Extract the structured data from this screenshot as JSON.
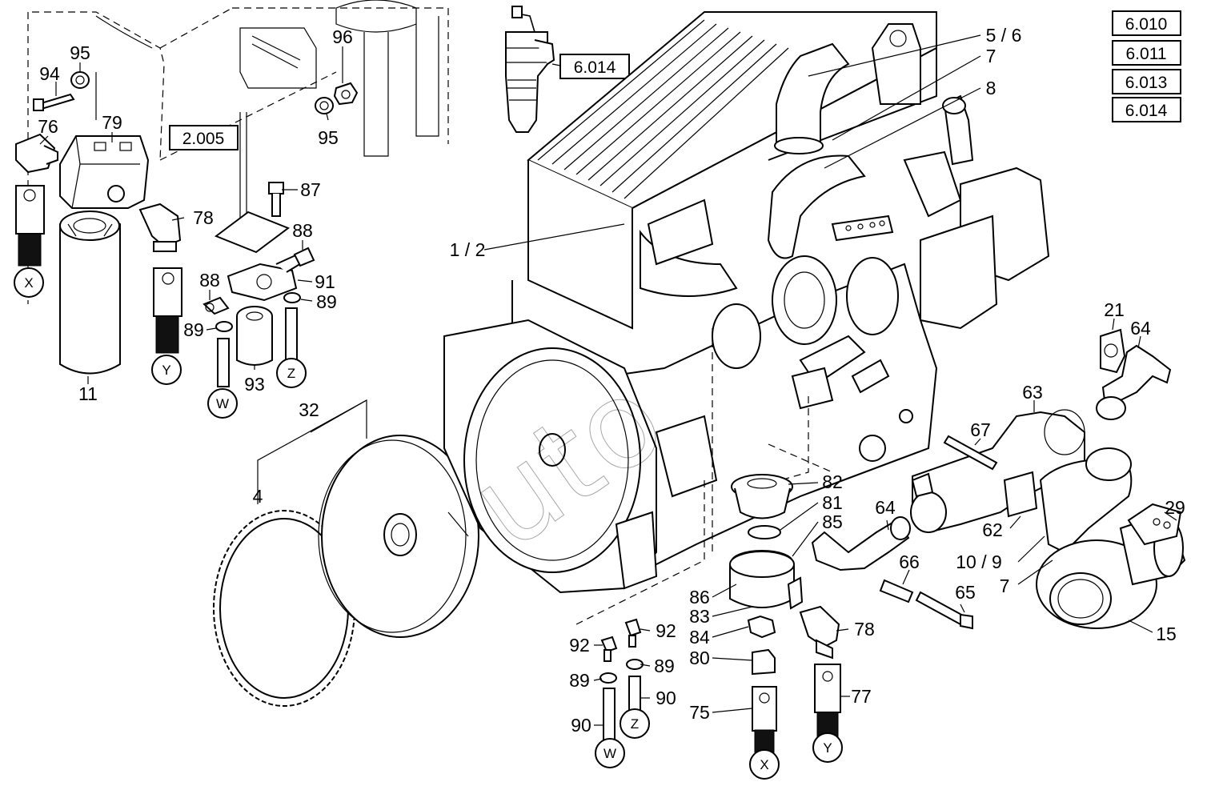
{
  "reference_boxes": {
    "top_right": [
      "6.010",
      "6.011",
      "6.013",
      "6.014"
    ],
    "injector_ref": "6.014",
    "filter_ref": "2.005"
  },
  "part_labels": {
    "p94": "94",
    "p95a": "95",
    "p95b": "95",
    "p96": "96",
    "p76": "76",
    "p79": "79",
    "p78a": "78",
    "p78b": "78",
    "p11": "11",
    "p87": "87",
    "p88a": "88",
    "p88b": "88",
    "p91": "91",
    "p89a": "89",
    "p89b": "89",
    "p89c": "89",
    "p89d": "89",
    "p93": "93",
    "p32": "32",
    "p4": "4",
    "p5_6": "5 / 6",
    "p7a": "7",
    "p7b": "7",
    "p8": "8",
    "p1_2": "1 / 2",
    "p21": "21",
    "p64a": "64",
    "p64b": "64",
    "p63": "63",
    "p67": "67",
    "p62": "62",
    "p10_9": "10 / 9",
    "p29": "29",
    "p15": "15",
    "p82": "82",
    "p81": "81",
    "p85": "85",
    "p86": "86",
    "p83": "83",
    "p84": "84",
    "p80": "80",
    "p75": "75",
    "p77": "77",
    "p66": "66",
    "p65": "65",
    "p92a": "92",
    "p92b": "92",
    "p90a": "90",
    "p90b": "90"
  },
  "connectors": {
    "x1": "X",
    "y1": "Y",
    "w1": "W",
    "z1": "Z",
    "w2": "W",
    "z2": "Z",
    "x2": "X",
    "y2": "Y"
  },
  "watermark": "uto"
}
